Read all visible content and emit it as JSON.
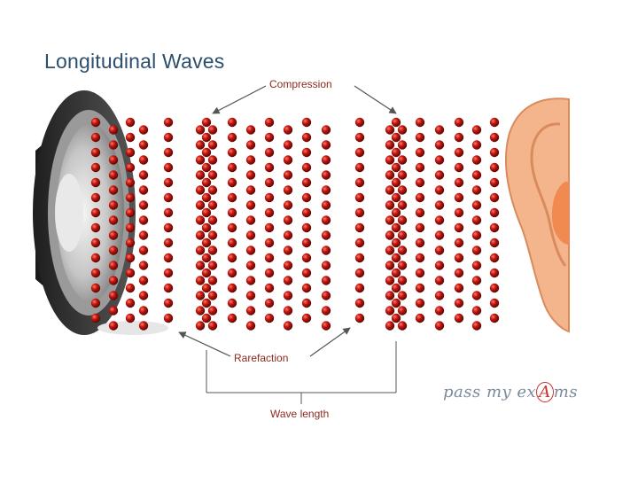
{
  "title": "Longitudinal Waves",
  "labels": {
    "compression": "Compression",
    "rarefaction": "Rarefaction",
    "wavelength": "Wave length"
  },
  "logo": {
    "prefix": "pass my ex",
    "mark": "A",
    "suffix": "ms"
  },
  "colors": {
    "title": "#2d4f6d",
    "label": "#8c2a1f",
    "particle": "#b0140f",
    "ear": "#f4b58c",
    "speaker": "#3a3a3a"
  },
  "icons": {
    "speaker": "speaker-icon",
    "ear": "ear-icon"
  }
}
